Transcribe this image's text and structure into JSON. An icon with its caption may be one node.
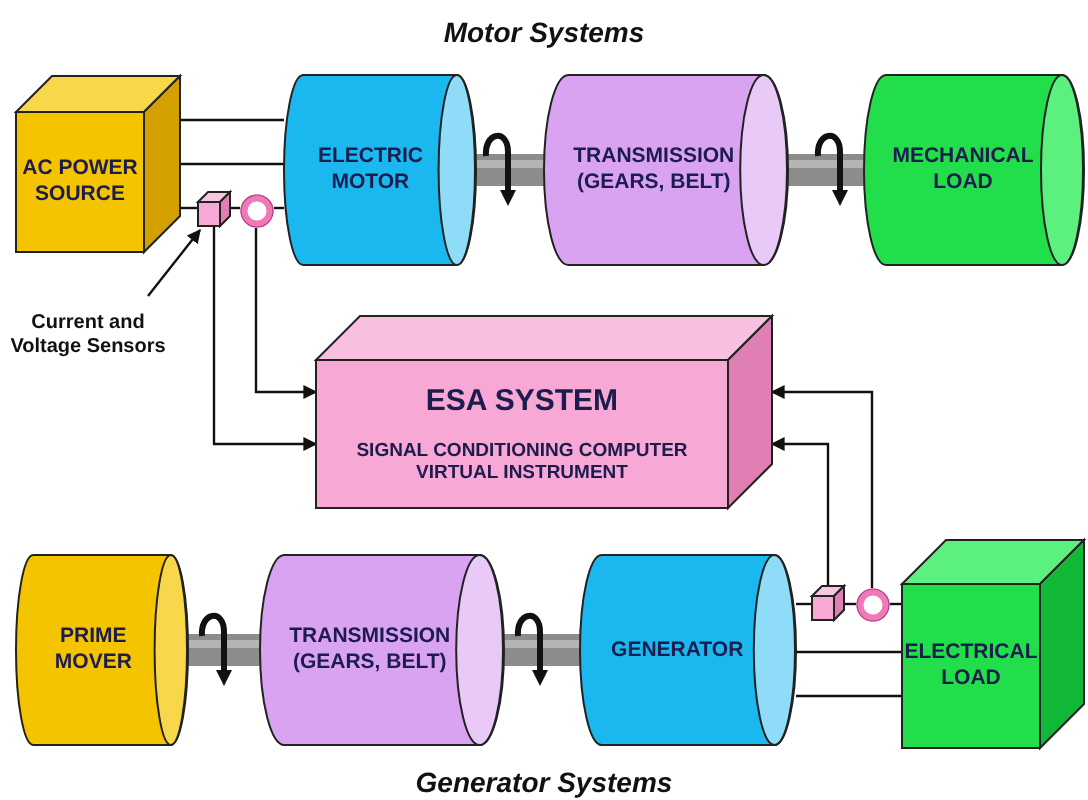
{
  "diagram": {
    "title": "Motor Systems",
    "caption": "Generator Systems",
    "nodes": [
      {
        "text": [
          "AC POWER SOURCE"
        ]
      },
      {
        "text": [
          "ELECTRIC MOTOR"
        ]
      },
      {
        "text": [
          "TRANSMISSION (GEARS, BELT)"
        ]
      },
      {
        "text": [
          "MECHANICAL LOAD"
        ]
      },
      {
        "text": [],
        "shape": "box"
      },
      {
        "text": [],
        "shape": "circle"
      },
      {
        "text": [
          "Current and Voltage Sensors"
        ]
      },
      {
        "text": [
          "ESA SYSTEM",
          "SIGNAL CONDITIONING COMPUTER VIRTUAL INSTRUMENT"
        ]
      },
      {
        "text": [
          "PRIME MOVER"
        ]
      },
      {
        "text": [
          "TRANSMISSION (GEARS, BELT)"
        ]
      },
      {
        "text": [
          "GENERATOR"
        ]
      },
      {
        "text": [],
        "shape": "box"
      },
      {
        "text": [],
        "shape": "circle"
      },
      {
        "text": [
          "ELECTRICAL LOAD"
        ]
      }
    ],
    "edges": [
      {
        "from": 0,
        "to": 1,
        "arrow": "none"
      },
      {
        "from": 0,
        "to": 1,
        "arrow": "none"
      },
      {
        "from": 0,
        "to": 4,
        "arrow": "none"
      },
      {
        "from": 4,
        "to": 5,
        "arrow": "none"
      },
      {
        "from": 5,
        "to": 1,
        "arrow": "none"
      },
      {
        "from": 4,
        "to": 7,
        "arrow": "to"
      },
      {
        "from": 5,
        "to": 7,
        "arrow": "to"
      },
      {
        "from": 6,
        "to": 4,
        "arrow": "to"
      },
      {
        "from": 10,
        "to": 11,
        "arrow": "none"
      },
      {
        "from": 11,
        "to": 12,
        "arrow": "none"
      },
      {
        "from": 12,
        "to": 13,
        "arrow": "none"
      },
      {
        "from": 10,
        "to": 13,
        "arrow": "none"
      },
      {
        "from": 10,
        "to": 13,
        "arrow": "none"
      },
      {
        "from": 11,
        "to": 7,
        "arrow": "to"
      },
      {
        "from": 12,
        "to": 7,
        "arrow": "to"
      }
    ]
  }
}
